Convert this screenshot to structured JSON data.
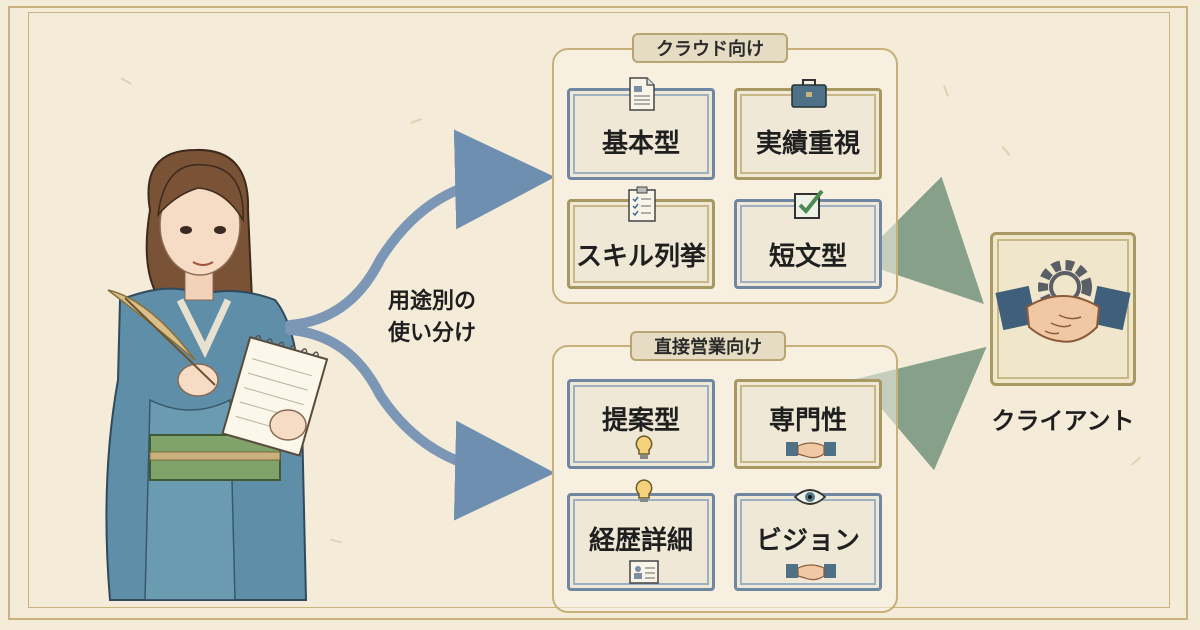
{
  "center_label": {
    "line1": "用途別の",
    "line2": "使い分け"
  },
  "groups": [
    {
      "label": "クラウド向け",
      "cards": [
        {
          "label": "基本型",
          "icon": "document-icon",
          "style": "blue"
        },
        {
          "label": "実績重視",
          "icon": "briefcase-icon",
          "style": "gold"
        },
        {
          "label": "スキル列挙",
          "icon": "checklist-icon",
          "style": "gold"
        },
        {
          "label": "短文型",
          "icon": "checkbox-icon",
          "style": "blue"
        }
      ]
    },
    {
      "label": "直接営業向け",
      "cards": [
        {
          "label": "提案型",
          "icon": "lightbulb-icon",
          "style": "blue"
        },
        {
          "label": "専門性",
          "icon": "handshake-icon",
          "style": "gold"
        },
        {
          "label": "経歴詳細",
          "icon": "profile-icon",
          "style": "blue"
        },
        {
          "label": "ビジョン",
          "icon": "eye-icon",
          "style": "blue"
        }
      ]
    }
  ],
  "client": {
    "label": "クライアント",
    "icon": "handshake-gear-icon"
  },
  "colors": {
    "background": "#f4ecd9",
    "frame": "#c9b27e",
    "blue_border": "#6f87a0",
    "gold_border": "#a89862",
    "arrow_blue": "#6f8fb0",
    "arrow_green": "#7d9a82"
  }
}
